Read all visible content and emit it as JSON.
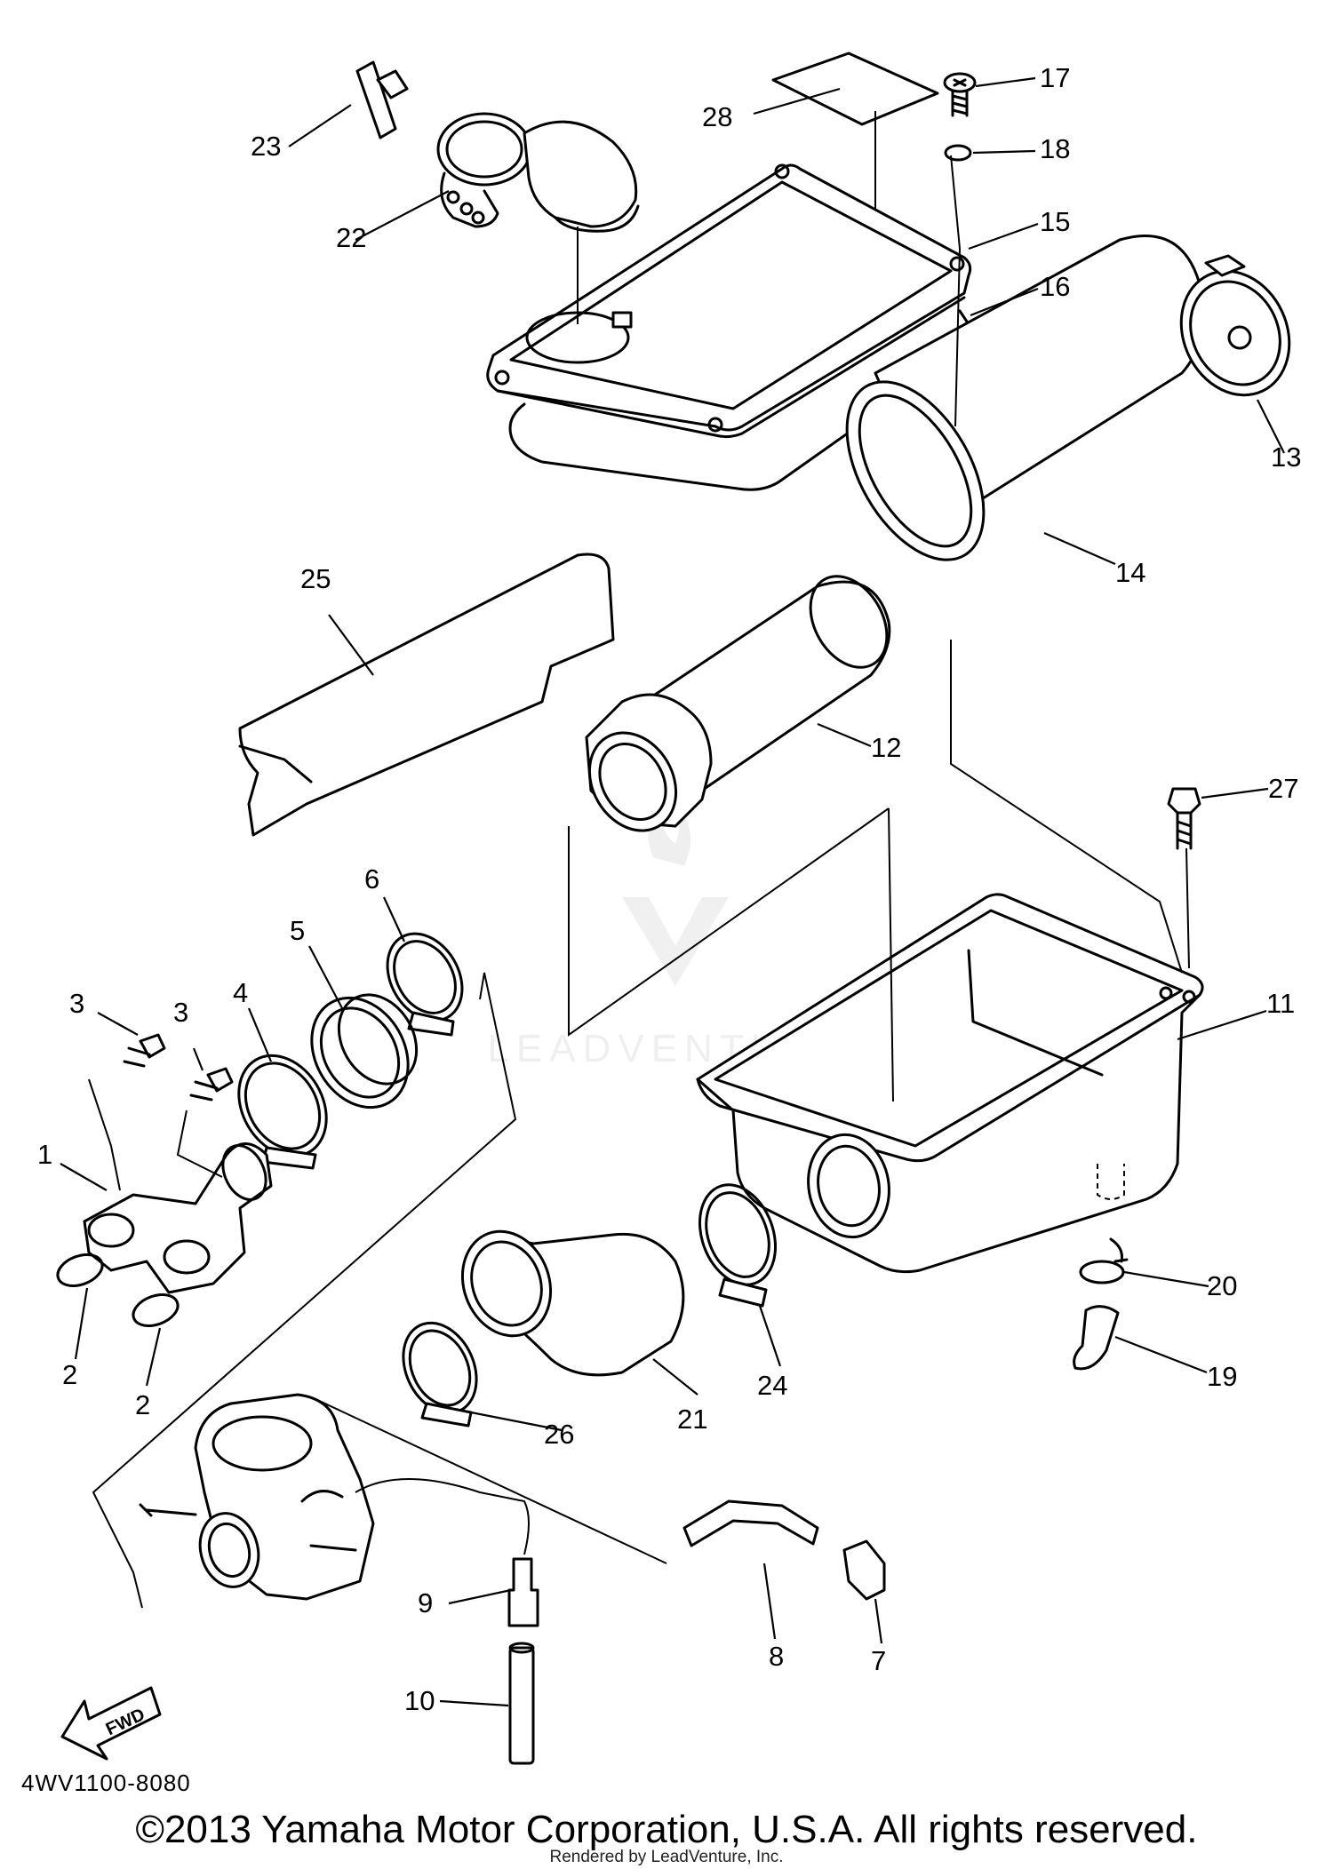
{
  "diagram": {
    "code": "4WV1100-8080",
    "copyright": "©2013 Yamaha Motor Corporation, U.S.A. All rights reserved.",
    "rendered_by": "Rendered by LeadVenture, Inc.",
    "watermark": "LEADVENTURE",
    "fwd_label": "FWD",
    "callouts": [
      {
        "id": "1",
        "label": "1"
      },
      {
        "id": "2a",
        "label": "2"
      },
      {
        "id": "2b",
        "label": "2"
      },
      {
        "id": "3a",
        "label": "3"
      },
      {
        "id": "3b",
        "label": "3"
      },
      {
        "id": "4",
        "label": "4"
      },
      {
        "id": "5",
        "label": "5"
      },
      {
        "id": "6",
        "label": "6"
      },
      {
        "id": "7",
        "label": "7"
      },
      {
        "id": "8",
        "label": "8"
      },
      {
        "id": "9",
        "label": "9"
      },
      {
        "id": "10",
        "label": "10"
      },
      {
        "id": "11",
        "label": "11"
      },
      {
        "id": "12",
        "label": "12"
      },
      {
        "id": "13",
        "label": "13"
      },
      {
        "id": "14",
        "label": "14"
      },
      {
        "id": "15",
        "label": "15"
      },
      {
        "id": "16",
        "label": "16"
      },
      {
        "id": "17",
        "label": "17"
      },
      {
        "id": "18",
        "label": "18"
      },
      {
        "id": "19",
        "label": "19"
      },
      {
        "id": "20",
        "label": "20"
      },
      {
        "id": "21",
        "label": "21"
      },
      {
        "id": "22",
        "label": "22"
      },
      {
        "id": "23",
        "label": "23"
      },
      {
        "id": "24",
        "label": "24"
      },
      {
        "id": "25",
        "label": "25"
      },
      {
        "id": "26",
        "label": "26"
      },
      {
        "id": "27",
        "label": "27"
      },
      {
        "id": "28",
        "label": "28"
      }
    ]
  }
}
